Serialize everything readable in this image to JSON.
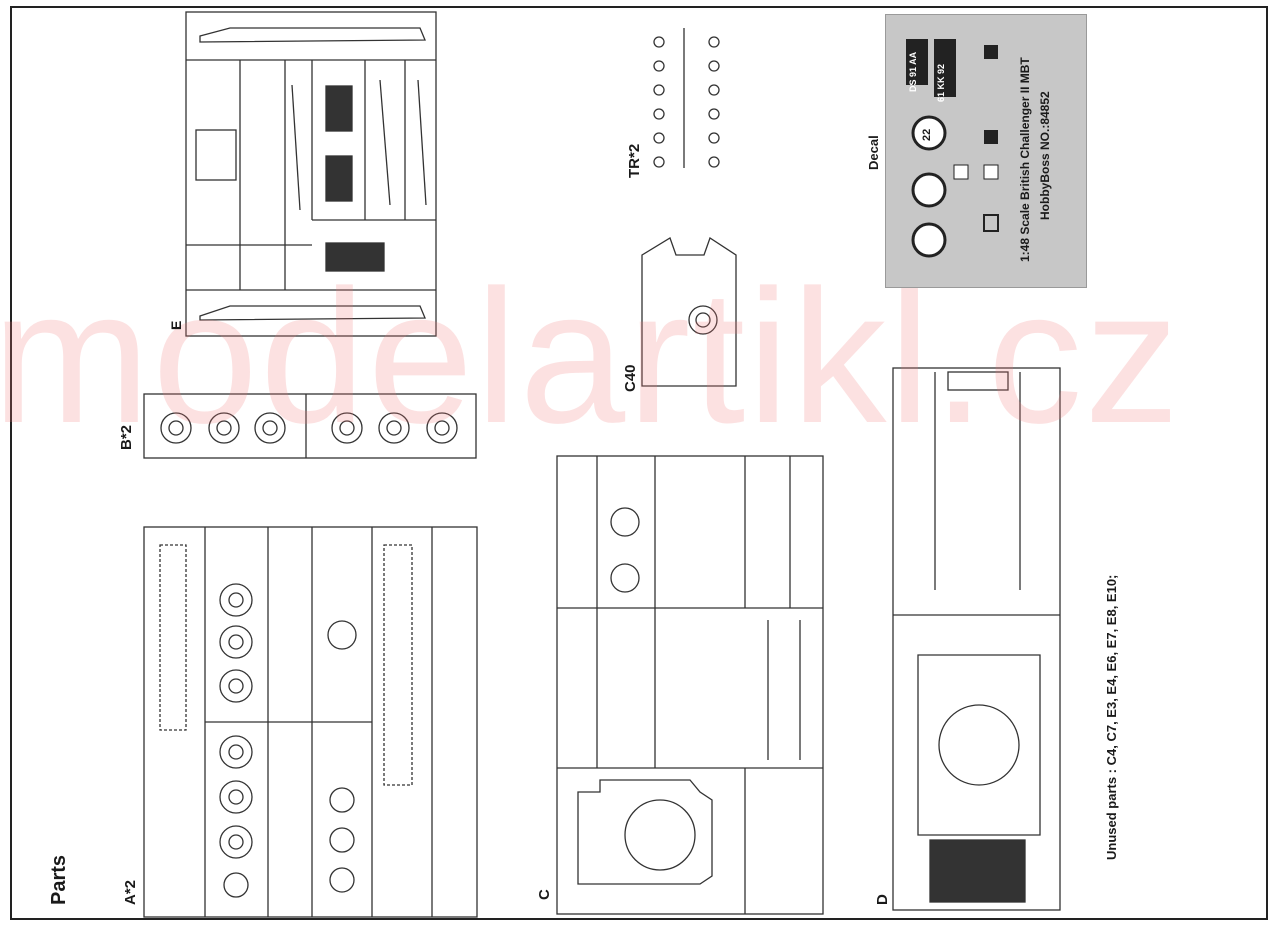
{
  "title": "Parts",
  "watermark": "modelartikl.cz",
  "sprues": {
    "e": "E",
    "b": "B*2",
    "a": "A*2",
    "c": "C",
    "c40": "C40",
    "tr": "TR*2",
    "d": "D"
  },
  "decal": {
    "heading": "Decal",
    "line1": "1:48 Scale  British Challenger II MBT",
    "line2": "HobbyBoss  NO.:84852",
    "plate1": "DS 91 AA",
    "plate2": "61 KK 92",
    "roundel": "22"
  },
  "unused_parts": "Unused parts :  C4,   C7,   E3,   E4,   E6,   E7,   E8,   E10;"
}
